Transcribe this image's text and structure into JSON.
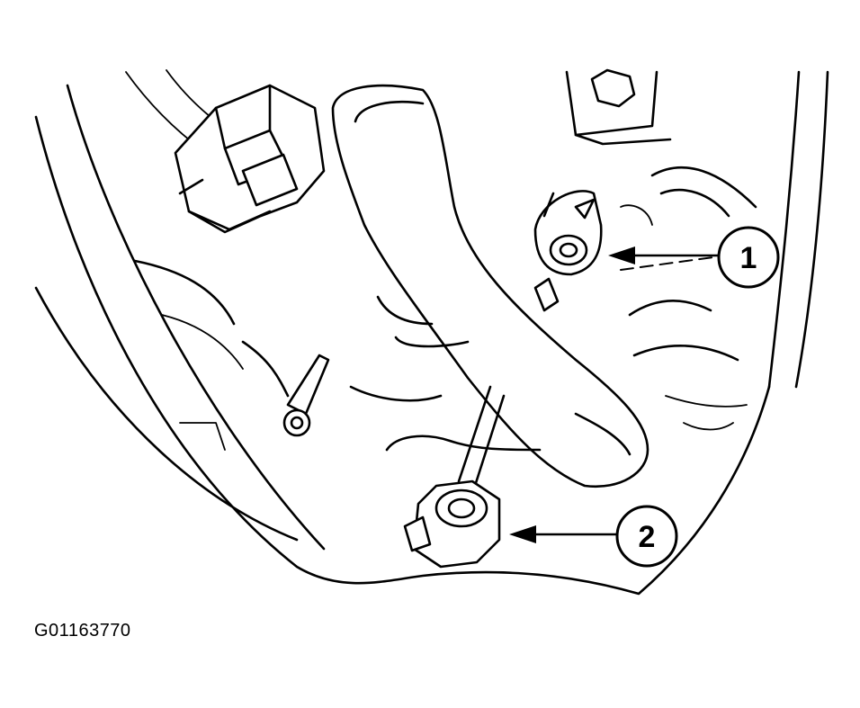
{
  "figure": {
    "id": "G01163770"
  },
  "callouts": [
    {
      "label": "1",
      "icon": "callout-circle-icon"
    },
    {
      "label": "2",
      "icon": "callout-circle-icon"
    }
  ],
  "colors": {
    "line": "#000000",
    "background": "#ffffff"
  }
}
